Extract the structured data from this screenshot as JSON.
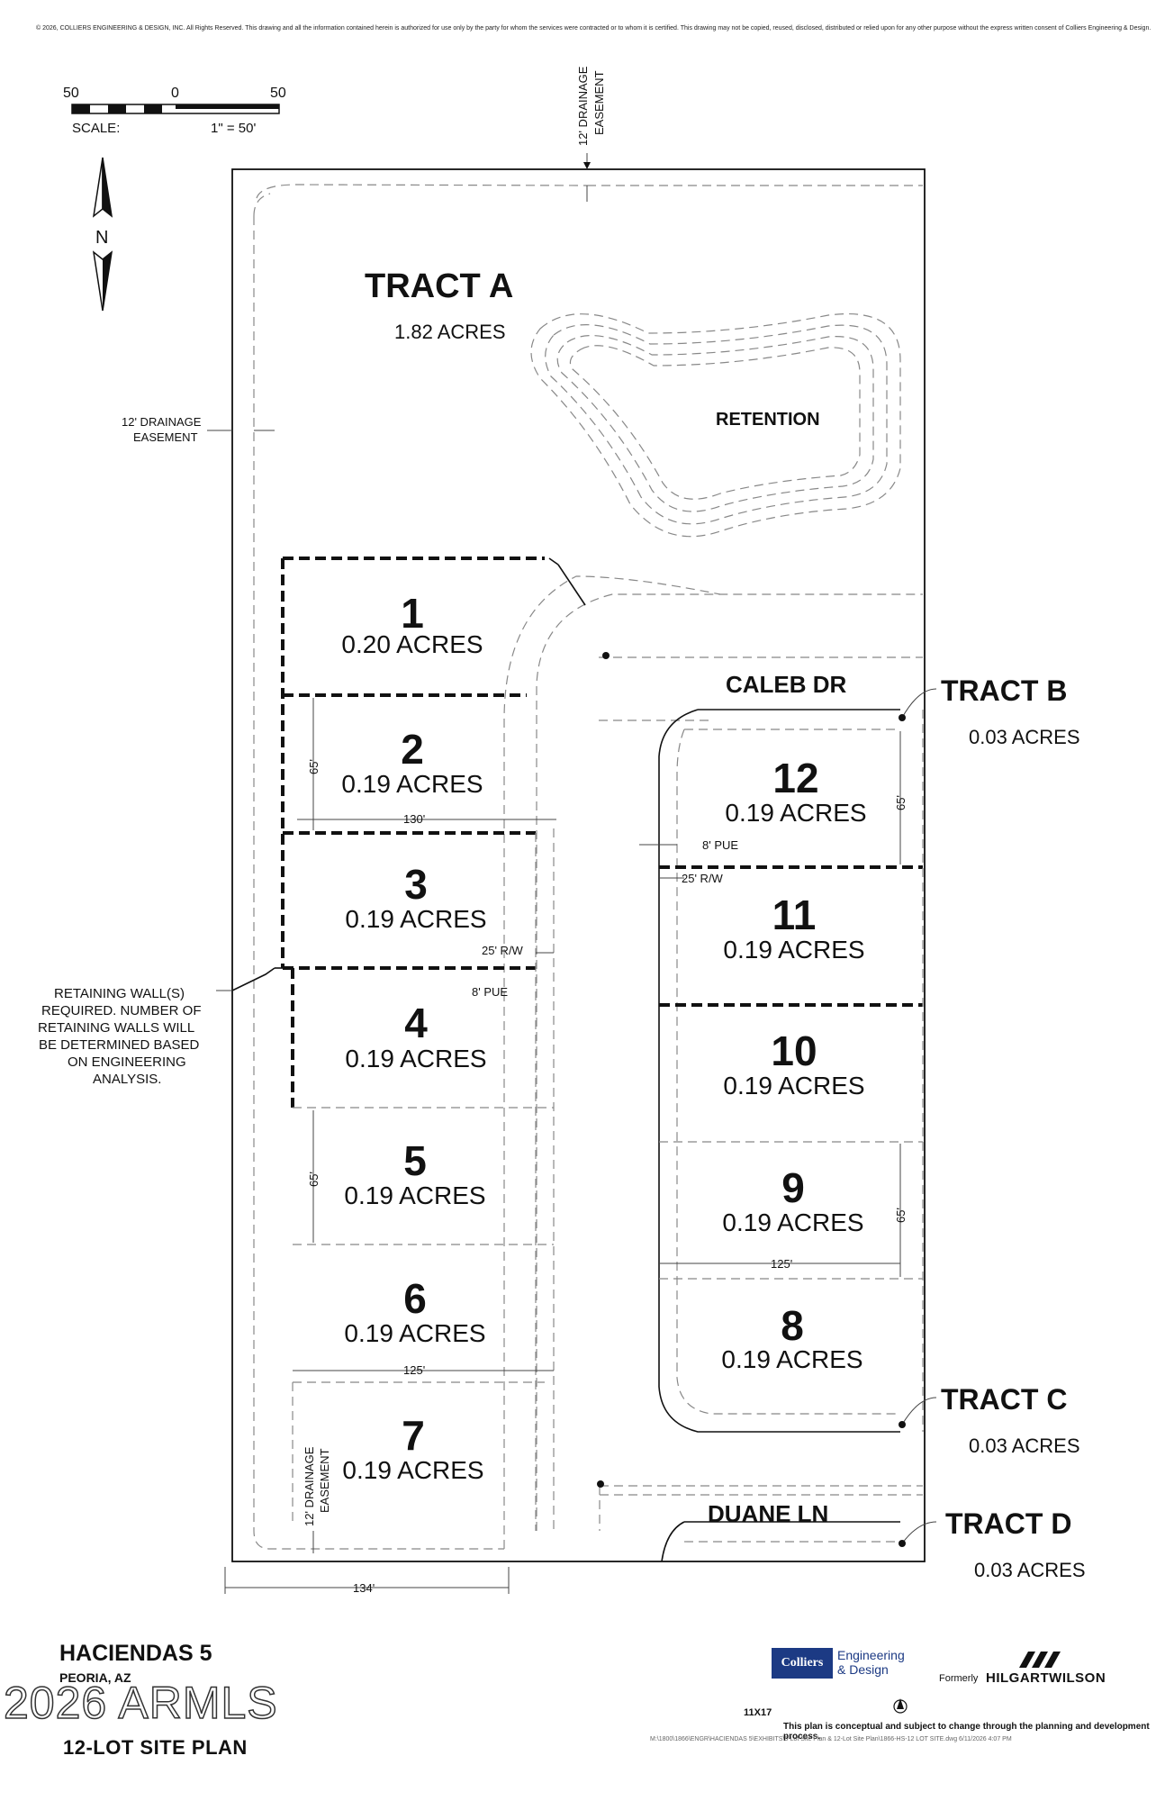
{
  "copyright": "© 2026, COLLIERS ENGINEERING & DESIGN, INC. All Rights Reserved. This drawing and all the information contained herein is authorized for use only by the party for whom the services were contracted or to whom it is certified. This drawing may not be copied, reused, disclosed, distributed or relied upon for any other purpose without the express written consent of Colliers Engineering & Design.",
  "scale": {
    "left": "50",
    "zero": "0",
    "right": "50",
    "label": "SCALE:",
    "ratio": "1\" = 50'"
  },
  "north": "N",
  "tract_a": {
    "name": "TRACT A",
    "acres": "1.82 ACRES",
    "retention": "RETENTION"
  },
  "tract_b": {
    "name": "TRACT B",
    "acres": "0.03 ACRES"
  },
  "tract_c": {
    "name": "TRACT C",
    "acres": "0.03 ACRES"
  },
  "tract_d": {
    "name": "TRACT D",
    "acres": "0.03 ACRES"
  },
  "streets": {
    "caleb": "CALEB DR",
    "duane": "DUANE LN"
  },
  "lots": [
    {
      "num": "1",
      "acres": "0.20 ACRES"
    },
    {
      "num": "2",
      "acres": "0.19 ACRES"
    },
    {
      "num": "3",
      "acres": "0.19 ACRES"
    },
    {
      "num": "4",
      "acres": "0.19 ACRES"
    },
    {
      "num": "5",
      "acres": "0.19 ACRES"
    },
    {
      "num": "6",
      "acres": "0.19 ACRES"
    },
    {
      "num": "7",
      "acres": "0.19 ACRES"
    },
    {
      "num": "8",
      "acres": "0.19 ACRES"
    },
    {
      "num": "9",
      "acres": "0.19 ACRES"
    },
    {
      "num": "10",
      "acres": "0.19 ACRES"
    },
    {
      "num": "11",
      "acres": "0.19 ACRES"
    },
    {
      "num": "12",
      "acres": "0.19 ACRES"
    }
  ],
  "annotations": {
    "drainage_top_1": "12' DRAINAGE",
    "drainage_top_2": "EASEMENT",
    "drainage_left_1": "12' DRAINAGE",
    "drainage_left_2": "EASEMENT",
    "drainage_bottom_1": "12' DRAINAGE",
    "drainage_bottom_2": "EASEMENT",
    "retaining": [
      "RETAINING WALL(S)",
      "REQUIRED. NUMBER OF",
      "RETAINING WALLS WILL",
      "BE DETERMINED BASED",
      "ON ENGINEERING",
      "ANALYSIS."
    ],
    "dim_65_a": "65'",
    "dim_130": "130'",
    "dim_25rw_left": "25' R/W",
    "dim_8pue_left": "8' PUE",
    "dim_65_b": "65'",
    "dim_125_left": "125'",
    "dim_134": "134'",
    "dim_65_c": "65'",
    "dim_8pue_right": "8' PUE",
    "dim_25rw_right": "25' R/W",
    "dim_65_d": "65'",
    "dim_125_right": "125'"
  },
  "title_block": {
    "project": "HACIENDAS 5",
    "city": "PEORIA, AZ",
    "watermark": "2026 ARMLS",
    "subtitle": "12-LOT SITE PLAN",
    "company_mark": "Colliers",
    "company_1": "Engineering",
    "company_2": "& Design",
    "formerly": "Formerly",
    "former_company": "HILGARTWILSON",
    "sheet_size": "11X17",
    "disclaimer": "This plan is conceptual and subject to change through the planning and development process.",
    "filepath": "M:\\1800\\1866\\ENGR\\HACIENDAS 5\\EXHIBITS\\5-Lot Site Plan & 12-Lot Site Plan\\1866-HS-12 LOT SITE.dwg   6/11/2026  4:07 PM"
  }
}
